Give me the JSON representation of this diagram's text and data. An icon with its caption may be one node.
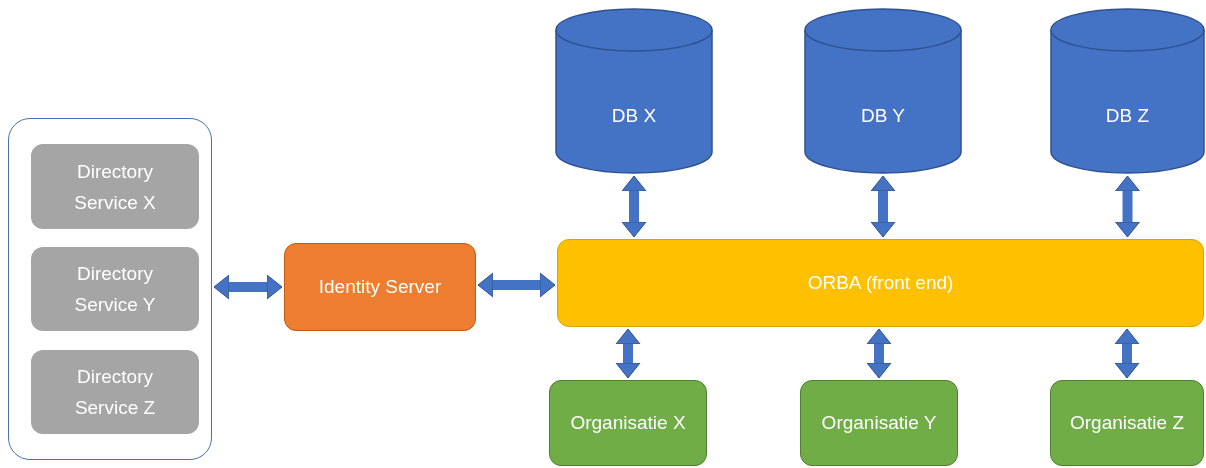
{
  "diagram": {
    "nodes": [
      {
        "text": [],
        "shape": "box"
      },
      {
        "text": [
          "Directory Service X"
        ],
        "in": 0
      },
      {
        "text": [
          "Directory Service Y"
        ],
        "in": 0
      },
      {
        "text": [
          "Directory Service Z"
        ],
        "in": 0
      },
      {
        "text": [
          "Identity Server"
        ]
      },
      {
        "text": [
          "ORBA (front end)"
        ]
      },
      {
        "text": [
          "DB X"
        ]
      },
      {
        "text": [
          "DB Y"
        ]
      },
      {
        "text": [
          "DB Z"
        ]
      },
      {
        "text": [
          "Organisatie X"
        ]
      },
      {
        "text": [
          "Organisatie Y"
        ]
      },
      {
        "text": [
          "Organisatie Z"
        ]
      }
    ],
    "edges": [
      {
        "from": 0,
        "to": 4,
        "arrow": "both"
      },
      {
        "from": 4,
        "to": 5,
        "arrow": "both"
      },
      {
        "from": 6,
        "to": 5,
        "arrow": "both"
      },
      {
        "from": 7,
        "to": 5,
        "arrow": "both"
      },
      {
        "from": 8,
        "to": 5,
        "arrow": "both"
      },
      {
        "from": 5,
        "to": 9,
        "arrow": "both"
      },
      {
        "from": 5,
        "to": 10,
        "arrow": "both"
      },
      {
        "from": 5,
        "to": 11,
        "arrow": "both"
      }
    ]
  }
}
